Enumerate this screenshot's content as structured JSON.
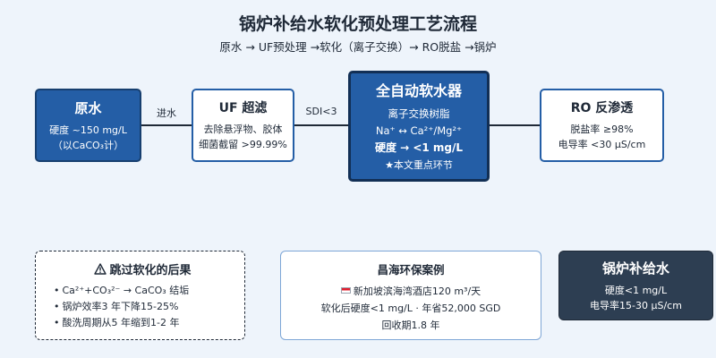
{
  "title": "锅炉补给水软化预处理工艺流程",
  "subtitle": "原水 → UF预处理 →软化（离子交换）→ RO脱盐 →锅炉",
  "connectors": {
    "raw_to_uf": "进水",
    "uf_to_softener": "SDI<3"
  },
  "raw_water": {
    "title": "原水",
    "lines": [
      "硬度 ~150 mg/L",
      "（以CaCO₃计）"
    ]
  },
  "uf": {
    "title": "UF 超滤",
    "lines": [
      "去除悬浮物、胶体",
      "细菌截留 >99.99%"
    ]
  },
  "softener": {
    "title": "全自动软水器",
    "line1": "离子交换树脂",
    "line2": "Na⁺ ↔ Ca²⁺/Mg²⁺",
    "line3": "硬度 → <1 mg/L",
    "line4": "★本文重点环节"
  },
  "ro": {
    "title": "RO 反渗透",
    "lines": [
      "脱盐率 ≥98%",
      "电导率 <30 μS/cm"
    ]
  },
  "consequence": {
    "icon": "warning-icon",
    "title": "跳过软化的后果",
    "items": [
      "Ca²⁺+CO₃²⁻ → CaCO₃ 结垢",
      "锅炉效率3 年下降15-25%",
      "酸洗周期从5 年缩到1-2 年"
    ]
  },
  "case": {
    "title": "昌海环保案例",
    "flag_icon": "singapore-flag-icon",
    "line1": "新加坡滨海湾酒店120 m³/天",
    "line2": "软化后硬度<1 mg/L · 年省52,000 SGD",
    "line3": "回收期1.8 年"
  },
  "feedwater": {
    "title": "锅炉补给水",
    "lines": [
      "硬度<1 mg/L",
      "电导率15-30 μS/cm"
    ]
  },
  "colors": {
    "background": "#eef4fb",
    "primary_blue": "#245ea6",
    "dark_navy": "#2d3e52"
  }
}
